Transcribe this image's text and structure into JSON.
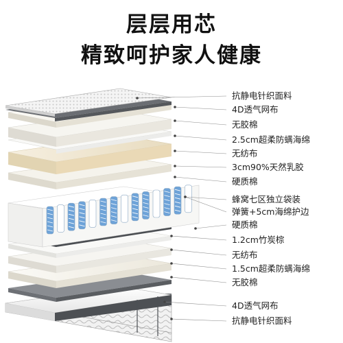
{
  "headline": {
    "line1": "层层用芯",
    "line2": "精致呵护家人健康"
  },
  "layers": [
    "抗静电针织面料",
    "4D透气网布",
    "无胶棉",
    "2.5cm超柔防螨海绵",
    "无纺布",
    "3cm90%天然乳胶",
    "硬质棉",
    "蜂窝七区独立袋装",
    "弹簧+5cm海绵护边",
    "硬质棉",
    "1.2cm竹炭棕",
    "无纺布",
    "1.5cm超柔防螨海绵",
    "无胶棉",
    "4D透气网布",
    "抗静电针织面料"
  ],
  "colors": {
    "background": "#ffffff",
    "text": "#1a1a1a",
    "leader": "#8a8a8a",
    "cream": "#f3f0e6",
    "latex": "#efe3c8",
    "spring_blue": "#6ea3d8",
    "charcoal": "#55585c",
    "mesh_grey": "#7d8085"
  }
}
